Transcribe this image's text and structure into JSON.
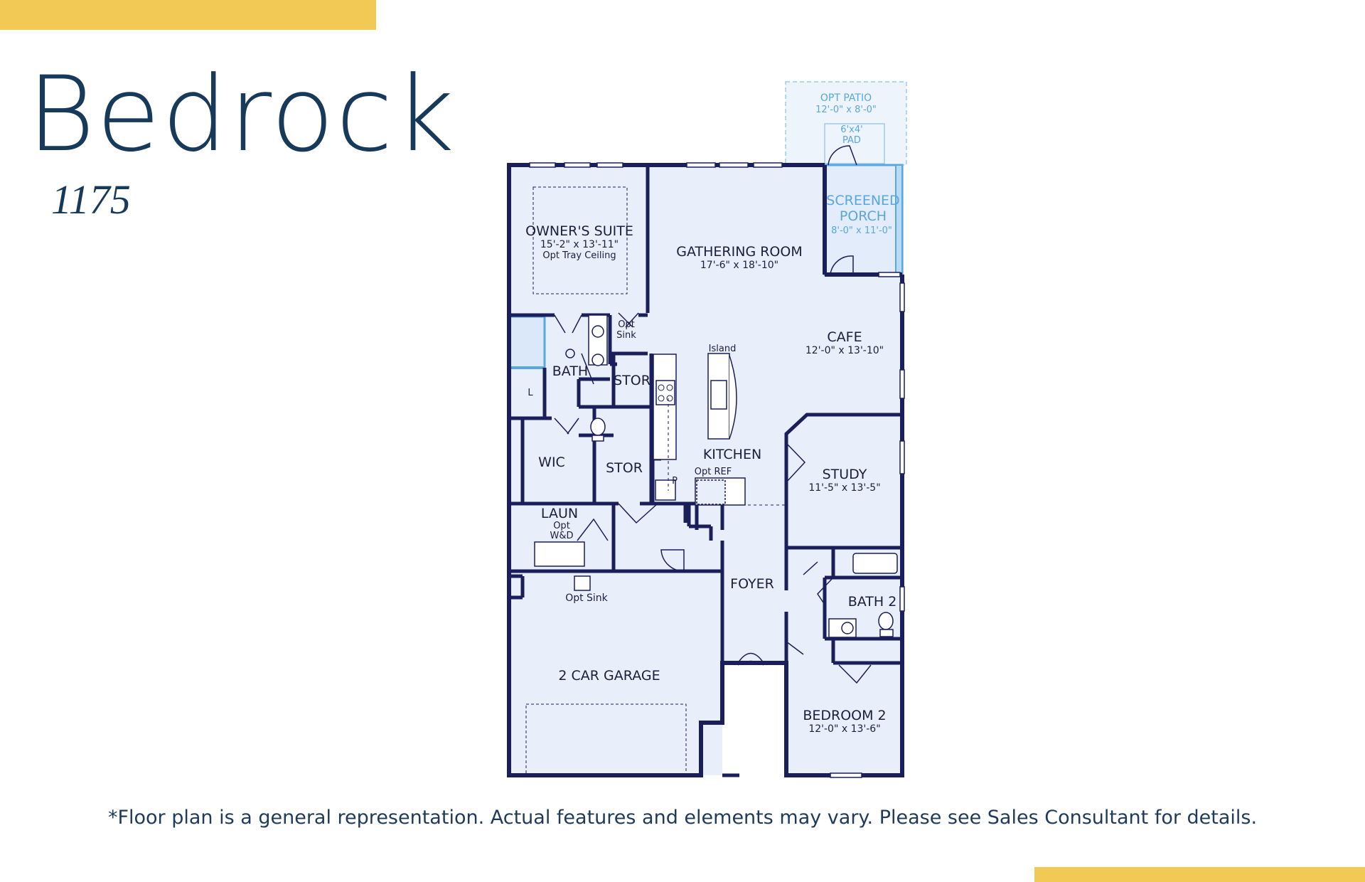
{
  "title": "Bedrock",
  "square_feet": "1175",
  "disclaimer": "*Floor plan is a general representation. Actual features and elements may vary. Please see Sales Consultant for details.",
  "rooms": {
    "opt_patio": {
      "name": "OPT PATIO",
      "dims": "12'-0\" x 8'-0\""
    },
    "pad": {
      "name": "6'x4'",
      "sub": "PAD"
    },
    "screened_porch": {
      "line1": "SCREENED",
      "line2": "PORCH",
      "dims": "8'-0\" x 11'-0\""
    },
    "owners_suite": {
      "name": "OWNER'S SUITE",
      "dims": "15'-2\" x 13'-11\"",
      "note": "Opt Tray Ceiling"
    },
    "gathering_room": {
      "name": "GATHERING ROOM",
      "dims": "17'-6\" x 18'-10\""
    },
    "cafe": {
      "name": "CAFE",
      "dims": "12'-0\" x 13'-10\""
    },
    "kitchen": {
      "name": "KITCHEN"
    },
    "island": "Island",
    "opt_ref": "Opt REF",
    "pantry": "P",
    "study": {
      "name": "STUDY",
      "dims": "11'-5\" x 13'-5\""
    },
    "bath": "BATH",
    "opt_sink_bath": {
      "line1": "Opt",
      "line2": "Sink"
    },
    "stor_1": "STOR",
    "stor_2": "STOR",
    "wic": "WIC",
    "laun": {
      "name": "LAUN",
      "line1": "Opt",
      "line2": "W&D"
    },
    "linen": "L",
    "garage_opt_sink": "Opt Sink",
    "foyer": "FOYER",
    "bath_2": "BATH 2",
    "garage": "2 CAR GARAGE",
    "bedroom_2": {
      "name": "BEDROOM 2",
      "dims": "12'-0\" x 13'-6\""
    }
  },
  "colors": {
    "accent_bar": "#f2c955",
    "title_text": "#183a5a",
    "wall": "#1a1f5c",
    "floor_fill": "#e8eefa",
    "option_outline": "#5aa6de"
  }
}
